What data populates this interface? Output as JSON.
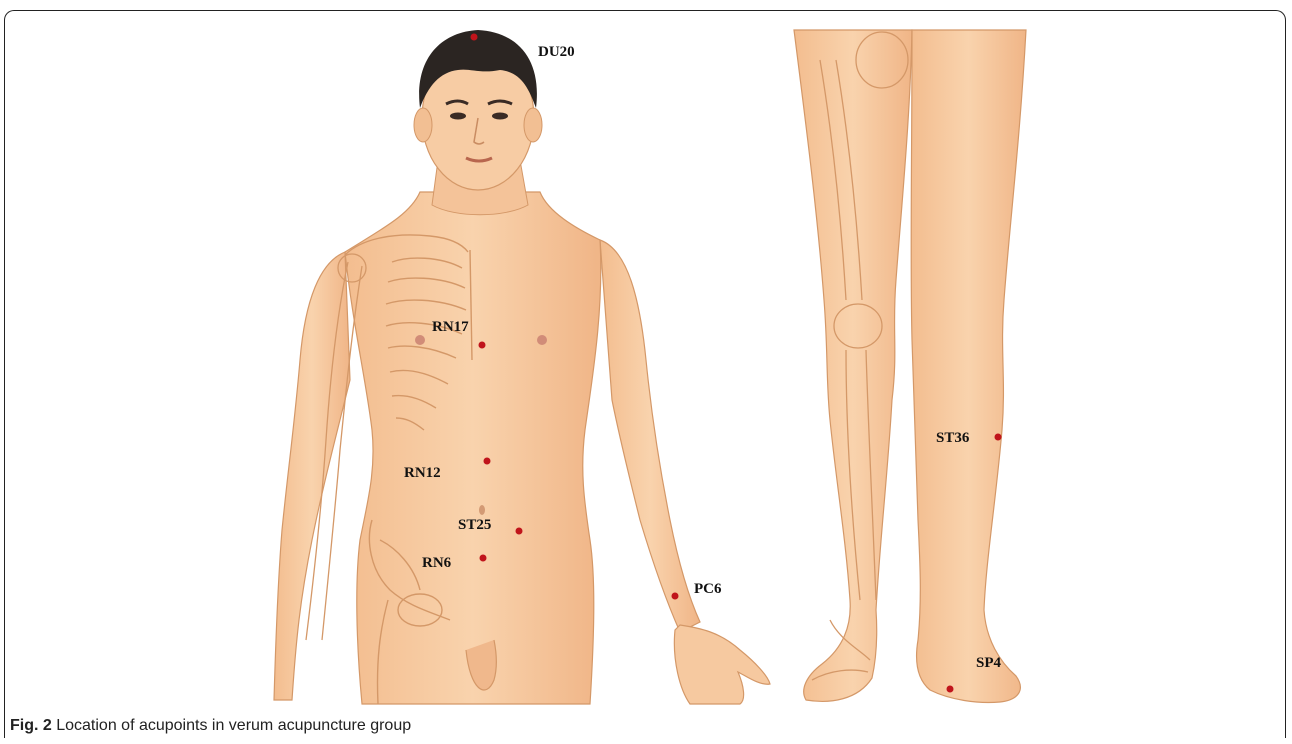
{
  "caption": {
    "label": "Fig. 2",
    "text": "Location of acupoints in verum acupuncture group"
  },
  "colors": {
    "skin": "#f6c9a0",
    "skin_shade": "#eab183",
    "outline": "#d49868",
    "hair": "#2b2522",
    "point": "#c0141b"
  },
  "acupoints": [
    {
      "id": "du20",
      "label": "DU20"
    },
    {
      "id": "rn17",
      "label": "RN17"
    },
    {
      "id": "rn12",
      "label": "RN12"
    },
    {
      "id": "st25",
      "label": "ST25"
    },
    {
      "id": "rn6",
      "label": "RN6"
    },
    {
      "id": "pc6",
      "label": "PC6"
    },
    {
      "id": "st36",
      "label": "ST36"
    },
    {
      "id": "sp4",
      "label": "SP4"
    }
  ]
}
